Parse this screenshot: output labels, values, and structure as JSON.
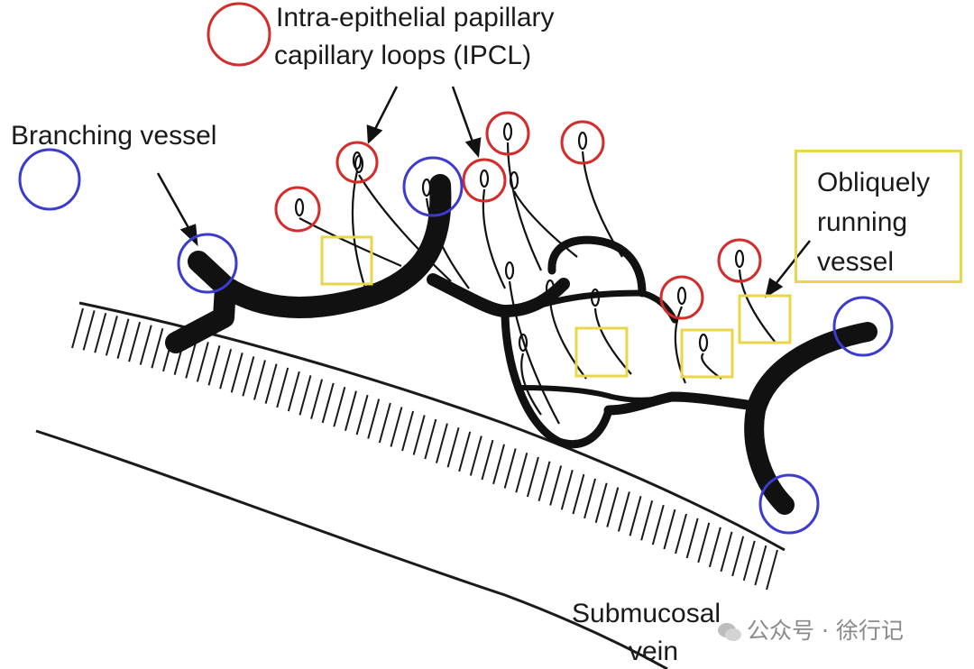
{
  "labels": {
    "ipcl_line1": "Intra-epithelial papillary",
    "ipcl_line2": "capillary loops (IPCL)",
    "branching": "Branching vessel",
    "oblique_line1": "Obliquely",
    "oblique_line2": "running",
    "oblique_line3": "vessel",
    "submucosal_line1": "Submucosal",
    "submucosal_line2": "vein"
  },
  "watermark": "公众号 · 徐行记",
  "colors": {
    "ipcl_marker": "#d42b2b",
    "branching_marker": "#3b3bd0",
    "oblique_marker": "#e9d64a",
    "vessel": "#111111"
  }
}
